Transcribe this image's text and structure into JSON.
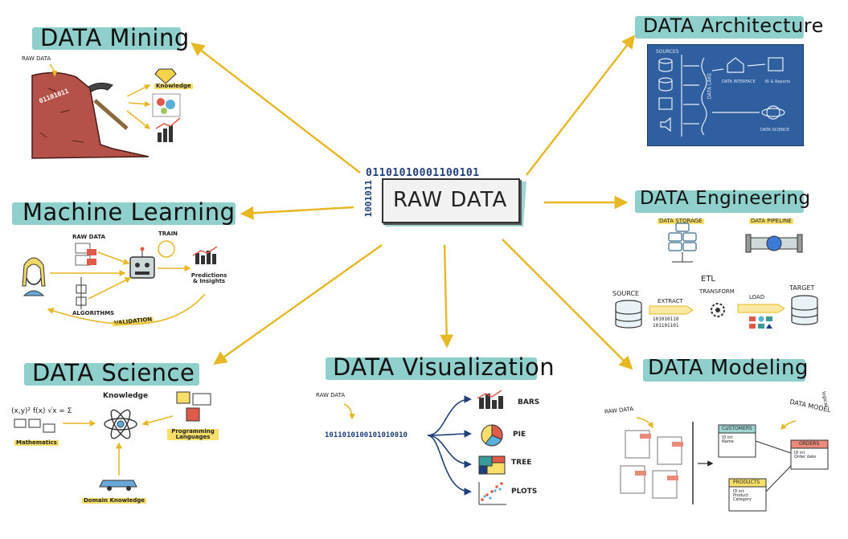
{
  "center": {
    "label": "RAW DATA",
    "binary_top": "01101010001100101",
    "binary_side": "1001011"
  },
  "colors": {
    "arrow": "#e8b724",
    "teal": "#7ec6c6",
    "navy": "#1f3f7a",
    "yellow": "#f7df6a",
    "blueprint": "#2f5f9e"
  },
  "mining": {
    "title": "DATA Mining",
    "raw_data": "RAW DATA",
    "binary": "01101011",
    "knowledge": "Knowledge"
  },
  "ml": {
    "title": "Machine Learning",
    "raw_data": "RAW DATA",
    "train": "TRAIN",
    "algorithms": "ALGORITHMS",
    "predictions": "Predictions & Insights",
    "validation": "VALIDATION"
  },
  "science": {
    "title": "DATA Science",
    "knowledge": "Knowledge",
    "mathematics": "Mathematics",
    "programming": "Programming Languages",
    "domain": "Domain Knowledge",
    "math_symbols": "(x,y)² f(x) √x ∞ Σ"
  },
  "viz": {
    "title": "DATA Visualization",
    "raw_data": "RAW DATA",
    "binary": "1011010100101010010",
    "bars": "BARS",
    "pie": "PIE",
    "tree": "TREE",
    "plots": "PLOTS"
  },
  "architecture": {
    "title": "DATA Architecture",
    "sources": "SOURCES",
    "data_lake": "DATA LAKE",
    "interface": "DATA INTERFACE",
    "bi": "BI & Reports",
    "science": "DATA SCIENCE"
  },
  "engineering": {
    "title": "DATA Engineering",
    "storage": "DATA STORAGE",
    "pipeline": "DATA PIPELINE",
    "etl": "ETL",
    "source": "SOURCE",
    "extract": "EXTRACT",
    "transform": "TRANSFORM",
    "load": "LOAD",
    "target": "TARGET",
    "binary1": "101010110",
    "binary2": "101101101"
  },
  "modeling": {
    "title": "DATA Modeling",
    "raw_data": "RAW DATA",
    "logical": "logical",
    "data_model": "DATA MODEL",
    "customers": "CUSTOMERS",
    "orders": "ORDERS",
    "products": "PRODUCTS",
    "cust_fields": "ID int\nName",
    "order_fields": "ID int\nOrder date",
    "prod_fields": "ID int\nProduct\nCategory"
  }
}
